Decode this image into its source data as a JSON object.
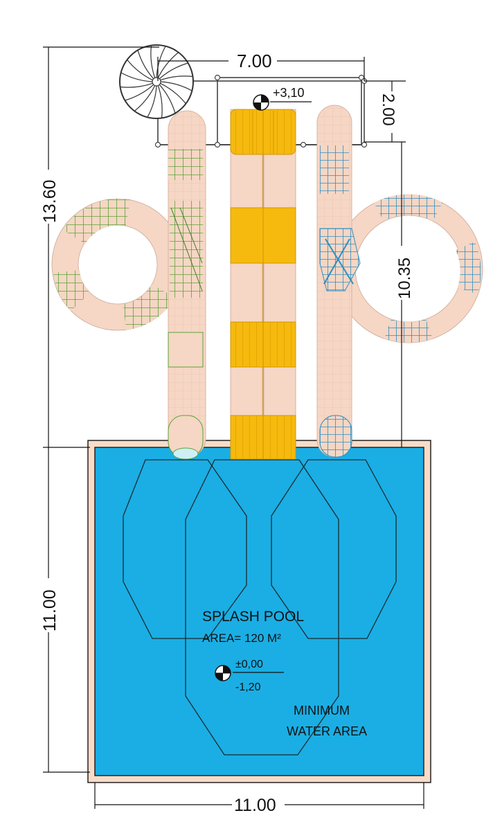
{
  "dimensions": {
    "top_width": "7.00",
    "tower_depth": "2.00",
    "total_height": "13.60",
    "slide_run": "10.35",
    "pool_depth": "11.00",
    "pool_width": "11.00"
  },
  "levels": {
    "tower_top": "+3,10",
    "pool_surface": "±0,00",
    "pool_bottom": "-1,20"
  },
  "pool": {
    "name": "SPLASH POOL",
    "area_label": "AREA= 120 M²",
    "min_water_line1": "MINIMUM",
    "min_water_line2": "WATER  AREA"
  },
  "colors": {
    "pool_water": "#1aaee4",
    "pool_deck": "#f8dcc8",
    "slide_body": "#f6d6c4",
    "green_slide": "#5aa43a",
    "yellow_slide": "#f6b90e",
    "blue_slide": "#2d8fc1"
  }
}
